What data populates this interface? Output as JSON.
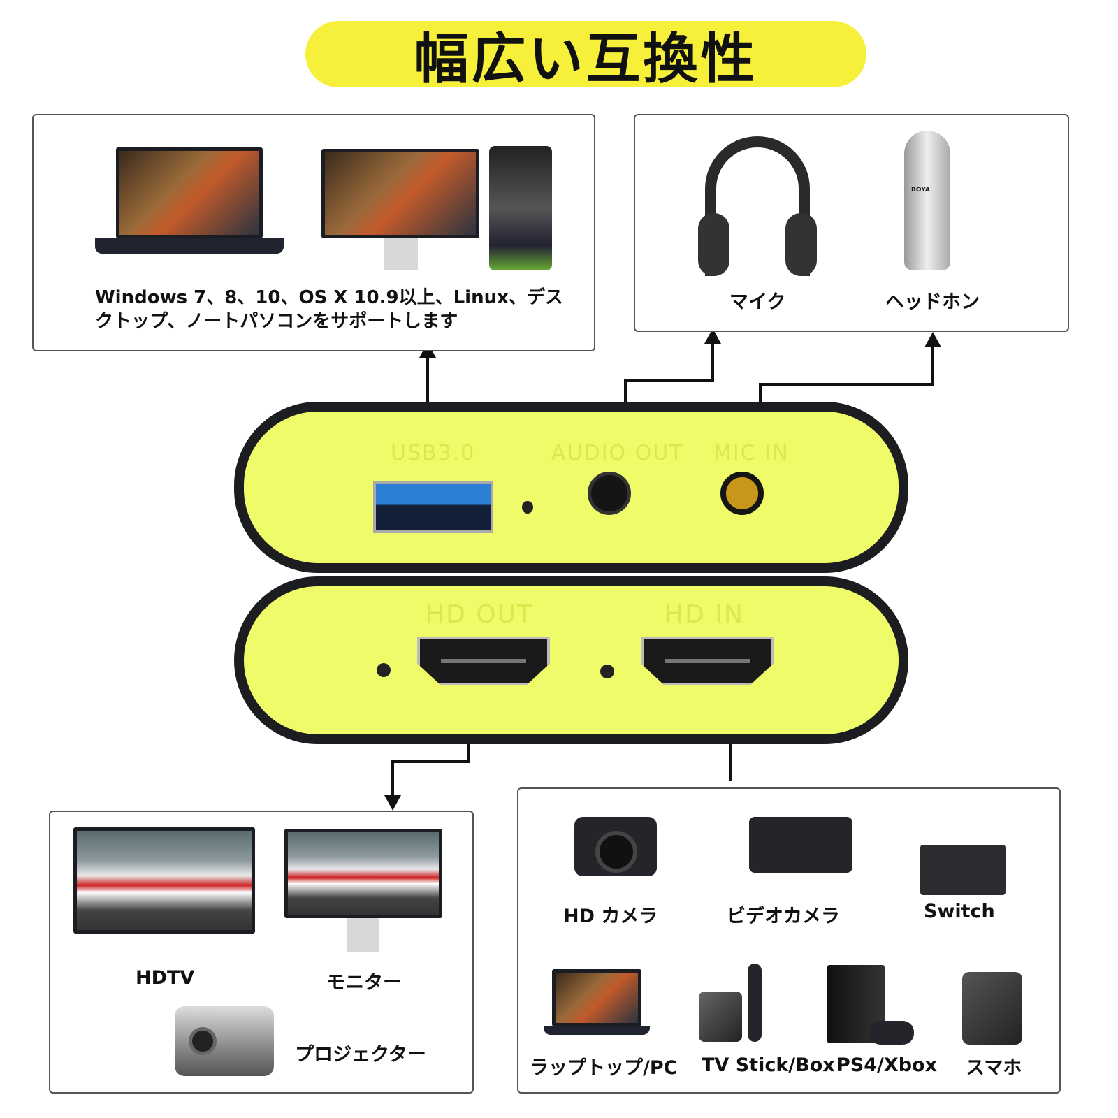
{
  "title": "幅広い互換性",
  "computer_box": {
    "caption_line1": "Windows 7、8、10、OS X 10.9以上、Linux、デス",
    "caption_line2": "クトップ、ノートパソコンをサポートします"
  },
  "audio_box": {
    "left_label": "マイク",
    "right_label": "ヘッドホン",
    "mic_brand": "BOYA"
  },
  "device": {
    "usb": "USB3.0",
    "audio_out": "AUDIO OUT",
    "mic_in": "MIC IN",
    "hd_out": "HD OUT",
    "hd_in": "HD IN",
    "color": "#effb68"
  },
  "output_box": {
    "hdtv": "HDTV",
    "monitor": "モニター",
    "projector": "プロジェクター"
  },
  "input_box": {
    "hd_camera": "HD カメラ",
    "video_camera": "ビデオカメラ",
    "switch": "Switch",
    "laptop": "ラップトップ/PC",
    "tv_stick": "TV Stick/Box",
    "ps4": "PS4/Xbox",
    "phone": "スマホ"
  },
  "colors": {
    "title_bg": "#f7f03a",
    "border": "#555555"
  }
}
